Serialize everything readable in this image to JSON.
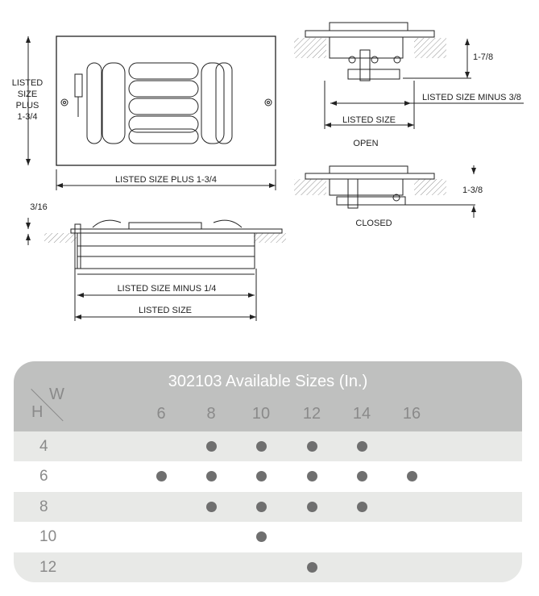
{
  "drawing": {
    "front": {
      "height_label": [
        "LISTED",
        "SIZE",
        "PLUS",
        "1-3/4"
      ],
      "width_label": "LISTED SIZE PLUS 1-3/4"
    },
    "side": {
      "offset": "3/16",
      "inner": "LISTED SIZE MINUS 1/4",
      "outer": "LISTED SIZE"
    },
    "open": {
      "height": "1-7/8",
      "inner": "LISTED SIZE MINUS 3/8",
      "outer": "LISTED SIZE",
      "caption": "OPEN"
    },
    "closed": {
      "height": "1-3/8",
      "caption": "CLOSED"
    }
  },
  "table": {
    "title": "302103 Available Sizes (In.)",
    "h_label": "H",
    "w_label": "W",
    "widths": [
      "6",
      "8",
      "10",
      "12",
      "14",
      "16"
    ],
    "rows": [
      {
        "h": "4",
        "available": [
          false,
          true,
          true,
          true,
          true,
          false
        ]
      },
      {
        "h": "6",
        "available": [
          true,
          true,
          true,
          true,
          true,
          true
        ]
      },
      {
        "h": "8",
        "available": [
          false,
          true,
          true,
          true,
          true,
          false
        ]
      },
      {
        "h": "10",
        "available": [
          false,
          false,
          true,
          false,
          false,
          false
        ]
      },
      {
        "h": "12",
        "available": [
          false,
          false,
          false,
          true,
          false,
          false
        ]
      }
    ]
  }
}
